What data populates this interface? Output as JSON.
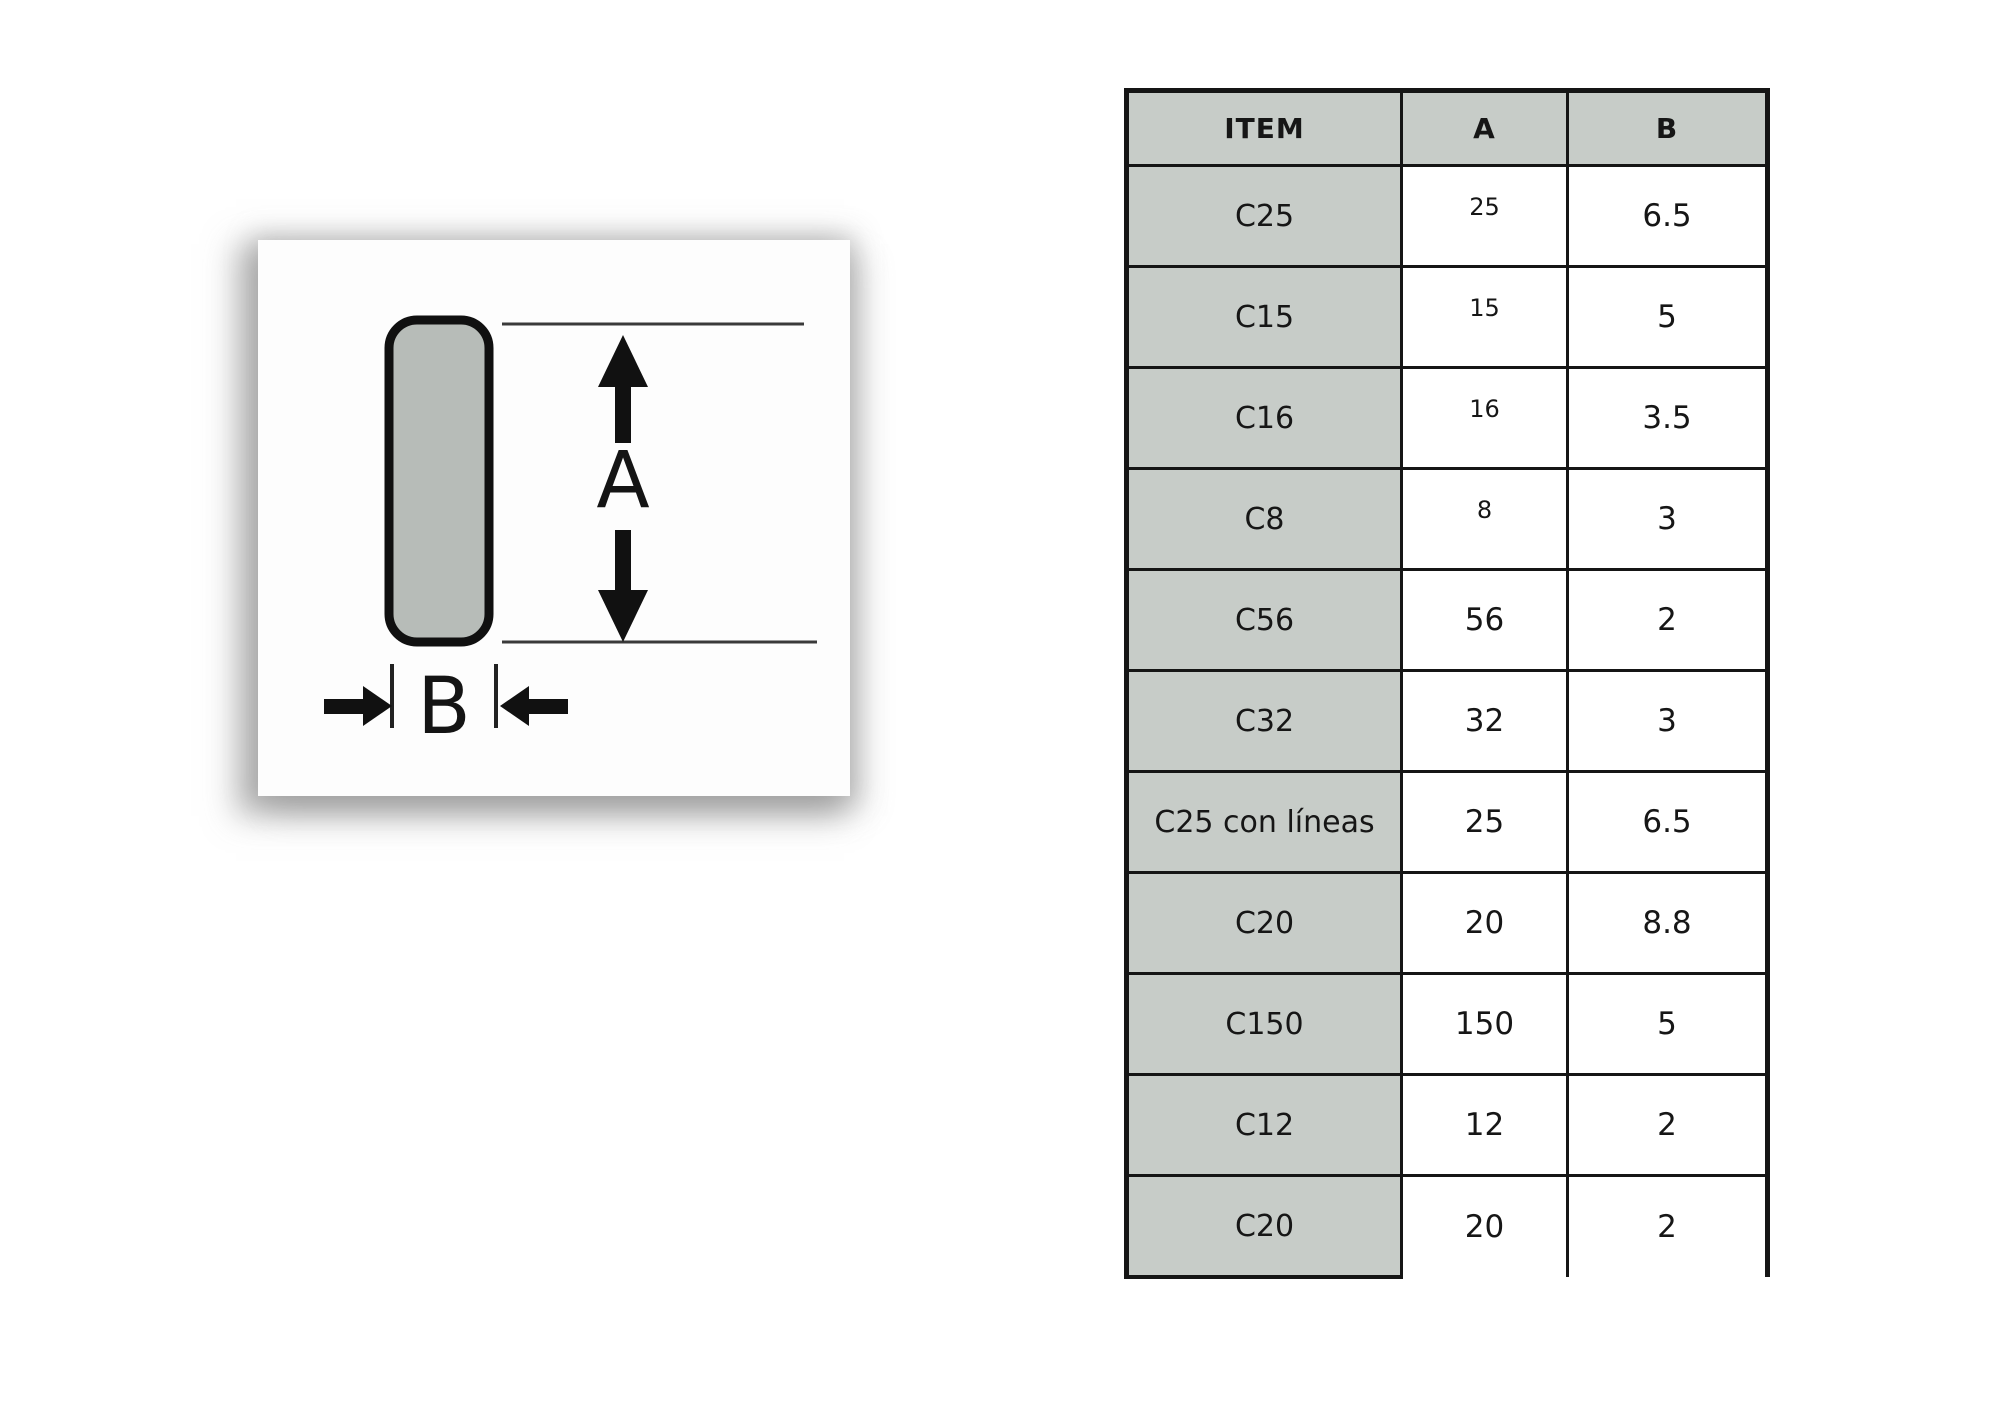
{
  "diagram": {
    "height_label": "A",
    "width_label": "B"
  },
  "table": {
    "headers": [
      "ITEM",
      "A",
      "B"
    ],
    "rows": [
      {
        "item": "C25",
        "a": "25",
        "b": "6.5",
        "a_small": true
      },
      {
        "item": "C15",
        "a": "15",
        "b": "5",
        "a_small": true
      },
      {
        "item": "C16",
        "a": "16",
        "b": "3.5",
        "a_small": true
      },
      {
        "item": "C8",
        "a": "8",
        "b": "3",
        "a_small": true
      },
      {
        "item": "C56",
        "a": "56",
        "b": "2",
        "a_small": false
      },
      {
        "item": "C32",
        "a": "32",
        "b": "3",
        "a_small": false
      },
      {
        "item": "C25 con líneas",
        "a": "25",
        "b": "6.5",
        "a_small": false
      },
      {
        "item": "C20",
        "a": "20",
        "b": "8.8",
        "a_small": false
      },
      {
        "item": "C150",
        "a": "150",
        "b": "5",
        "a_small": false
      },
      {
        "item": "C12",
        "a": "12",
        "b": "2",
        "a_small": false
      },
      {
        "item": "C20",
        "a": "20",
        "b": "2",
        "a_small": false
      }
    ]
  },
  "colors": {
    "table_header_bg": "#c7ccc8",
    "table_border": "#151515",
    "shape_fill": "#b7bcb8",
    "shape_stroke": "#101010",
    "line_color": "#3a3a3a",
    "arrow_color": "#111111"
  }
}
